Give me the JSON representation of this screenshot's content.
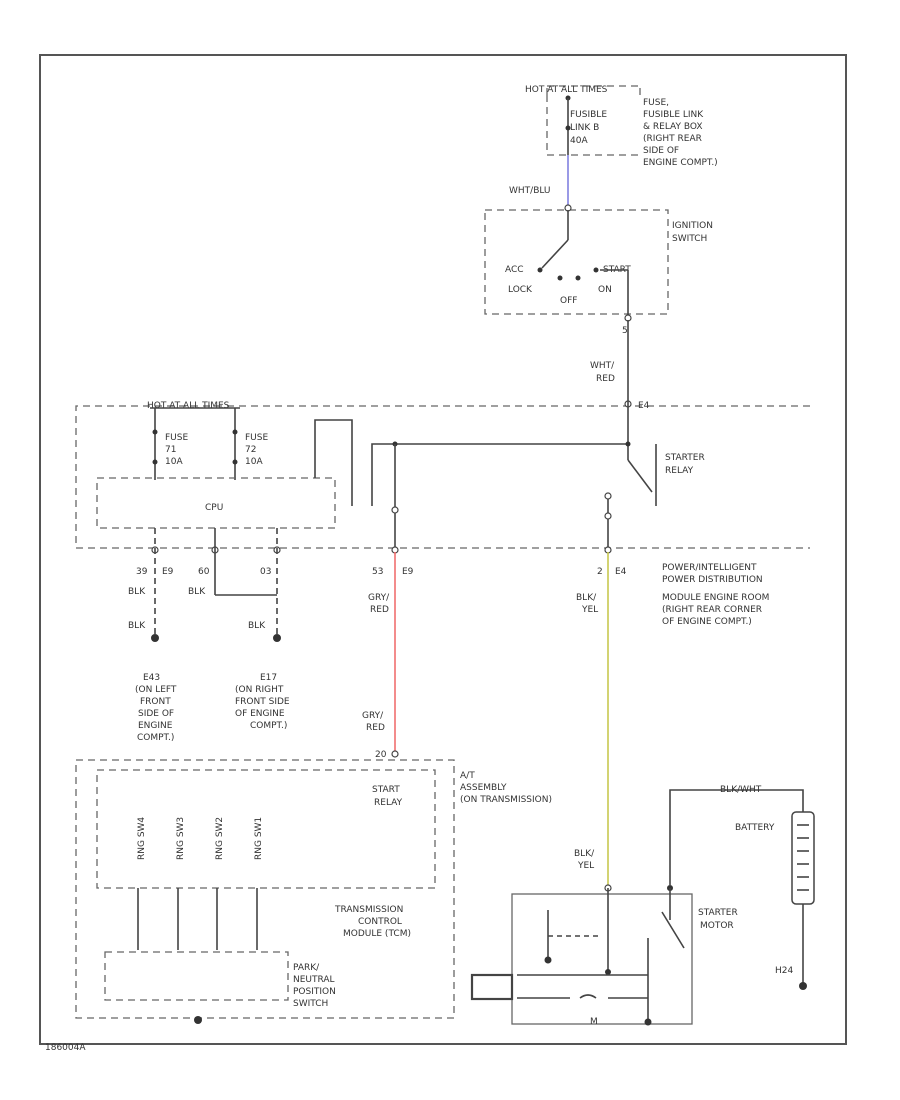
{
  "fuse_box_top": {
    "header": "HOT AT ALL TIMES",
    "fusible_link_lines": [
      "FUSIBLE",
      "LINK B",
      "40A"
    ],
    "location_lines": [
      "FUSE,",
      "FUSIBLE LINK",
      "& RELAY BOX",
      "(RIGHT REAR",
      "SIDE OF",
      "ENGINE COMPT.)"
    ]
  },
  "wire_top": "WHT/BLU",
  "ignition_switch": {
    "title_lines": [
      "IGNITION",
      "SWITCH"
    ],
    "positions": {
      "acc": "ACC",
      "start": "START",
      "lock": "LOCK",
      "on": "ON",
      "off": "OFF"
    },
    "pin": "5"
  },
  "wire_ign_out": [
    "WHT/",
    "RED"
  ],
  "pdm": {
    "hot_label": "HOT AT ALL TIMES",
    "fuse1": [
      "FUSE",
      "71",
      "10A"
    ],
    "fuse2": [
      "FUSE",
      "72",
      "10A"
    ],
    "cpu_label": "CPU",
    "starter_relay": [
      "STARTER",
      "RELAY"
    ],
    "conn_in": "E4",
    "title_lines": [
      "POWER/INTELLIGENT",
      "POWER DISTRIBUTION",
      "MODULE ENGINE ROOM",
      "(RIGHT REAR CORNER",
      "OF ENGINE COMPT.)"
    ]
  },
  "bottom_pins": [
    {
      "pin": "39",
      "conn": "E9"
    },
    {
      "pin": "60",
      "conn": ""
    },
    {
      "pin": "03",
      "conn": ""
    },
    {
      "pin": "53",
      "conn": "E9"
    },
    {
      "pin": "2",
      "conn": "E4"
    }
  ],
  "wires": {
    "blk1": "BLK",
    "blk2": "BLK",
    "blk3": "BLK",
    "blk4": "BLK",
    "grn_red_1": [
      "GRY/",
      "RED"
    ],
    "grn_red_2": [
      "GRY/",
      "RED"
    ],
    "blk_yel_1": [
      "BLK/",
      "YEL"
    ],
    "blk_yel_2": [
      "BLK/",
      "YEL"
    ],
    "bat_wire": "BLK/WHT"
  },
  "grounds": {
    "g1": [
      "E43",
      "(ON LEFT",
      "FRONT",
      "SIDE OF",
      "ENGINE",
      "COMPT.)"
    ],
    "g2": [
      "E17",
      "(ON RIGHT",
      "FRONT SIDE",
      "OF ENGINE",
      "COMPT.)"
    ]
  },
  "at_assembly": {
    "title_lines": [
      "A/T",
      "ASSEMBLY",
      "(ON TRANSMISSION)"
    ],
    "start_relay": [
      "START",
      "RELAY"
    ],
    "sensors": [
      "RNG SW4",
      "RNG SW3",
      "RNG SW2",
      "RNG SW1"
    ],
    "tcm_lines": [
      "TRANSMISSION",
      "CONTROL",
      "MODULE (TCM)"
    ],
    "pnp_lines": [
      "PARK/",
      "NEUTRAL",
      "POSITION",
      "SWITCH"
    ],
    "pin": "20"
  },
  "battery": {
    "label": "BATTERY",
    "ground": "H24"
  },
  "starter_motor": {
    "label_lines": [
      "STARTER",
      "MOTOR"
    ],
    "m_label": "M"
  },
  "footer": "186004A",
  "colors": {
    "blue_wire": "#8080e0",
    "red_wire": "#f07070",
    "yellow_wire": "#c8c850"
  }
}
